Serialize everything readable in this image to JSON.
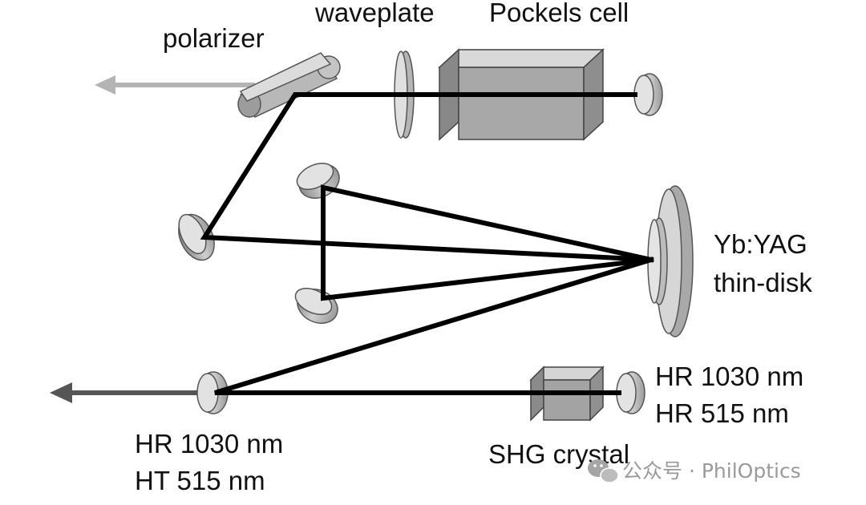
{
  "labels": {
    "polarizer": "polarizer",
    "waveplate": "waveplate",
    "pockels_cell": "Pockels cell",
    "gain_medium_line1": "Yb:YAG",
    "gain_medium_line2": "thin-disk",
    "output_coupler_line1": "HR 1030 nm",
    "output_coupler_line2": "HT 515 nm",
    "end_mirror_line1": "HR 1030 nm",
    "end_mirror_line2": "HR 515 nm",
    "shg_crystal": "SHG crystal"
  },
  "watermark": {
    "text": "公众号 · PhilOptics"
  },
  "colors": {
    "beam": "#000000",
    "fundamental_output": "#b4b4b4",
    "green_output": "#555555",
    "optic_face": "#d2d2d2",
    "optic_edge": "#a8a8a8",
    "crystal": "#a0a0a0"
  }
}
